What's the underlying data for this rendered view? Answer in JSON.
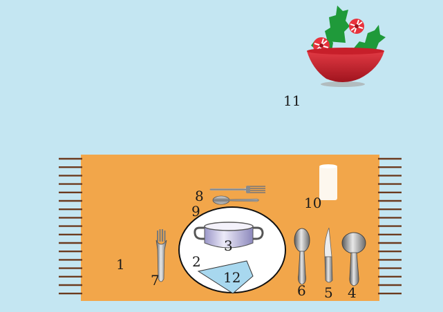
{
  "labels": {
    "placemat": "1",
    "napkin_area": "2",
    "soup_bowl": "3",
    "soup_spoon": "4",
    "knife": "5",
    "teaspoon": "6",
    "fork": "7",
    "dessert_fork": "8",
    "dessert_spoon": "9",
    "glass": "10",
    "centerpiece": "11",
    "napkin": "12"
  },
  "colors": {
    "background": "#c4e6f2",
    "placemat": "#f2a64a",
    "fringe": "#6b3a1e",
    "plate": "#ffffff",
    "bowl": "#c8c4e8",
    "napkin": "#a8d8ef",
    "vase": "#c8202e",
    "holly": "#1f9a3a",
    "flower": "#e8323c"
  }
}
